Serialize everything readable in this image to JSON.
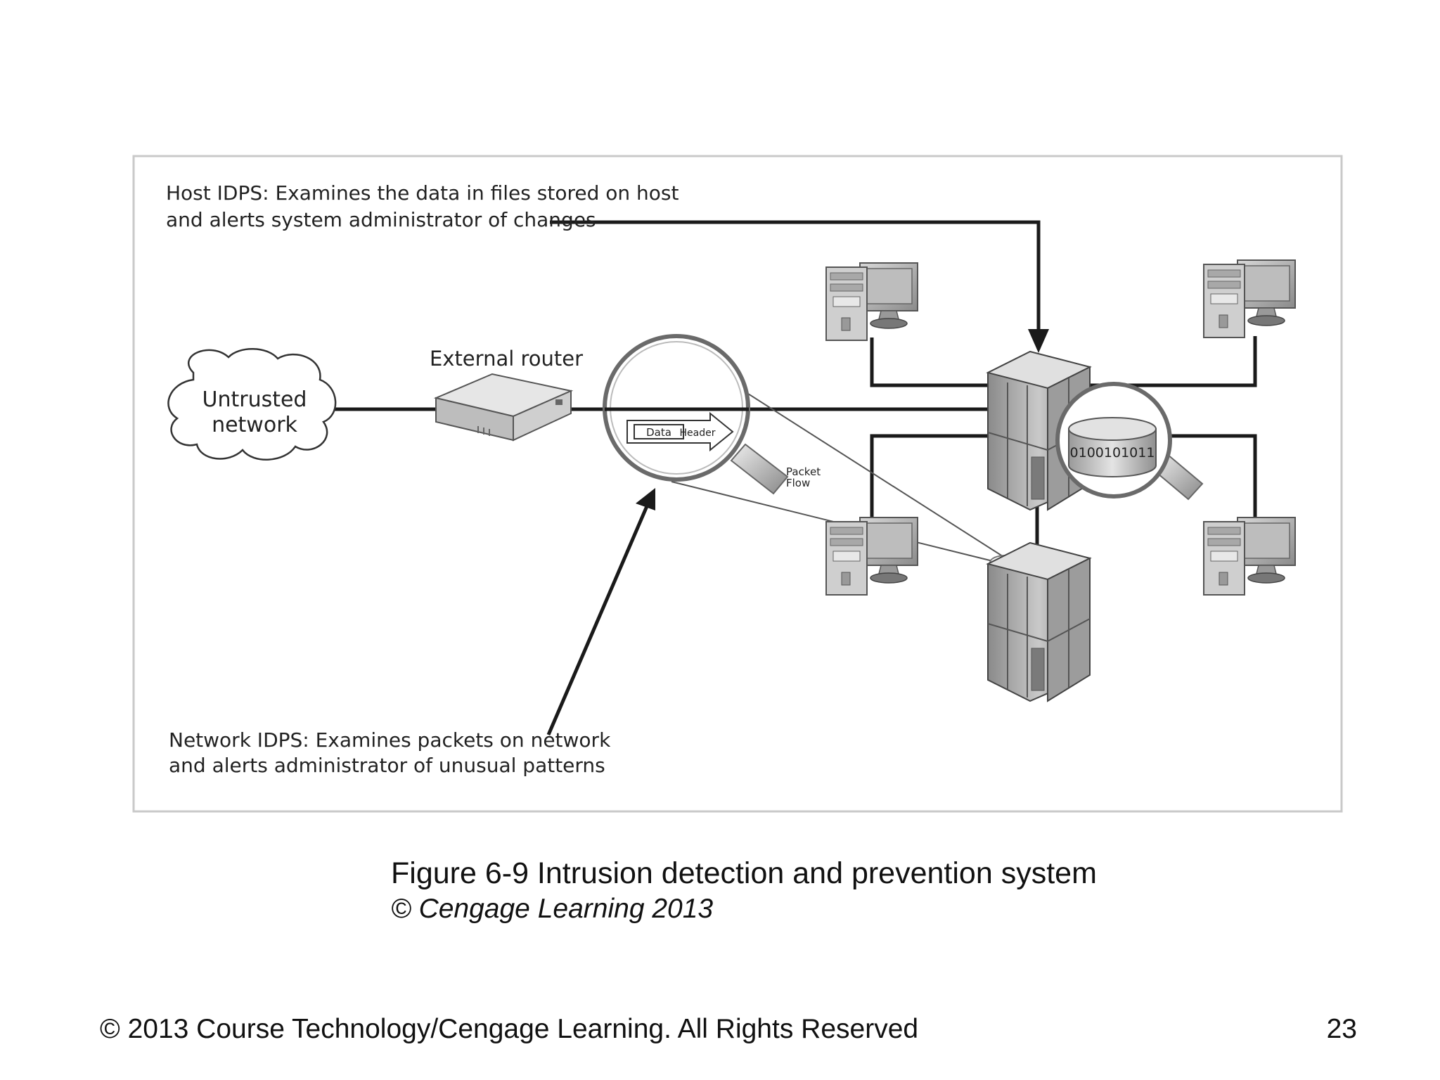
{
  "diagram": {
    "host_idps_line1": "Host IDPS: Examines the data in files stored on host",
    "host_idps_line2": "and alerts system administrator of changes",
    "network_idps_line1": "Network IDPS: Examines packets on network",
    "network_idps_line2": "and alerts administrator of unusual patterns",
    "untrusted_line1": "Untrusted",
    "untrusted_line2": "network",
    "router_label": "External router",
    "packet_data": "Data",
    "packet_header": "Header",
    "packet_flow_line1": "Packet",
    "packet_flow_line2": "Flow",
    "disk_bits": "0100101011"
  },
  "caption": {
    "title": "Figure 6-9 Intrusion detection and prevention system",
    "credit": "© Cengage Learning 2013"
  },
  "footer": {
    "text": "© 2013 Course Technology/Cengage Learning. All Rights Reserved",
    "page": "23"
  }
}
